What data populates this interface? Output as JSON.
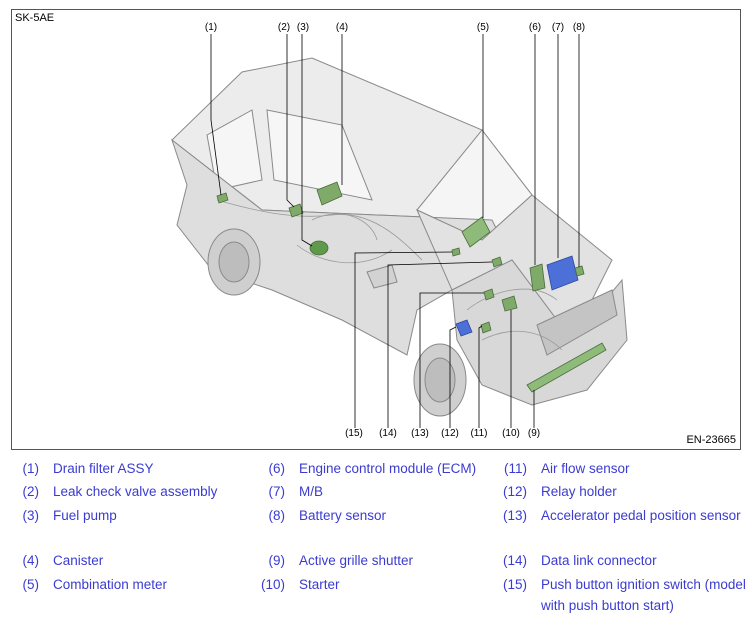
{
  "figure": {
    "code": "SK-5AE",
    "ref": "EN-23665",
    "colors": {
      "outline": "#8a8a8a",
      "body": "#dcdcdc",
      "green": "#7faa6a",
      "blue": "#4d6fd8"
    }
  },
  "callouts": [
    "(1)",
    "(2)",
    "(3)",
    "(4)",
    "(5)",
    "(6)",
    "(7)",
    "(8)",
    "(9)",
    "(10)",
    "(11)",
    "(12)",
    "(13)",
    "(14)",
    "(15)"
  ],
  "legend": [
    {
      "num": "(1)",
      "label": "Drain filter ASSY"
    },
    {
      "num": "(2)",
      "label": "Leak check valve assembly"
    },
    {
      "num": "(3)",
      "label": "Fuel pump"
    },
    {
      "num": "(4)",
      "label": "Canister"
    },
    {
      "num": "(5)",
      "label": "Combination meter"
    },
    {
      "num": "(6)",
      "label": "Engine control module (ECM)"
    },
    {
      "num": "(7)",
      "label": "M/B"
    },
    {
      "num": "(8)",
      "label": "Battery sensor"
    },
    {
      "num": "(9)",
      "label": "Active grille shutter"
    },
    {
      "num": "(10)",
      "label": "Starter"
    },
    {
      "num": "(11)",
      "label": "Air flow sensor"
    },
    {
      "num": "(12)",
      "label": "Relay holder"
    },
    {
      "num": "(13)",
      "label": "Accelerator pedal position sensor"
    },
    {
      "num": "(14)",
      "label": "Data link connector"
    },
    {
      "num": "(15)",
      "label": "Push button ignition switch (model with push button start)"
    }
  ]
}
